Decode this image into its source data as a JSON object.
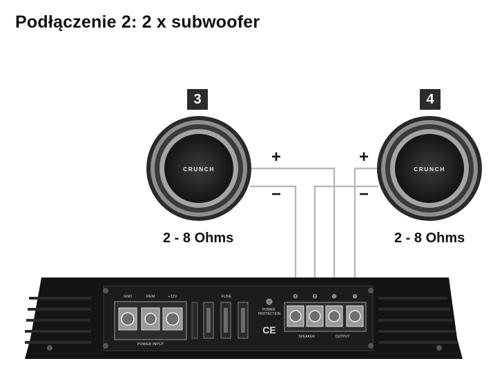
{
  "title": "Podłączenie 2: 2 x subwoofer",
  "speakers": [
    {
      "number": "3",
      "brand": "CRUNCH",
      "impedance": "2 - 8 Ohms",
      "plus": "+",
      "minus": "−"
    },
    {
      "number": "4",
      "brand": "CRUNCH",
      "impedance": "2 - 8 Ohms",
      "plus": "+",
      "minus": "−"
    }
  ],
  "amplifier": {
    "power_input_labels": [
      "GND",
      "REM",
      "+12V"
    ],
    "power_input_caption": "POWER INPUT",
    "fuse_label": "FUSE",
    "power_protection_label": "POWER PROTECTION",
    "ce_mark": "CE",
    "speaker_output_caption": [
      "SPEAKER",
      "OUTPUT"
    ],
    "terminal_polarity": [
      "⊖",
      "⊖",
      "⊕",
      "⊕"
    ]
  },
  "colors": {
    "wire": "#b9b9b9",
    "amp_body": "#141414",
    "badge": "#2b2b2b"
  }
}
